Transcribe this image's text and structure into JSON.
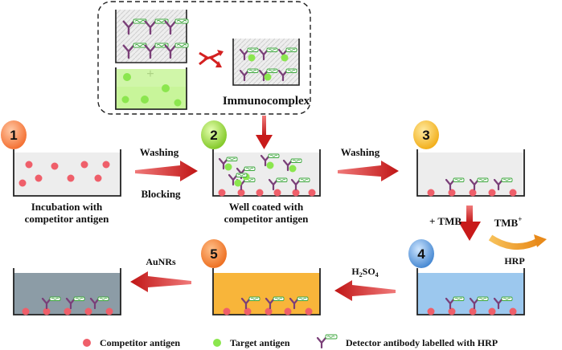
{
  "colors": {
    "red_dot": "#ef5f6a",
    "green_dot": "#8be64e",
    "antibody": "#7a3f78",
    "hrp": "#3aa63a",
    "arrow": "#c81a1a",
    "step1": "#f36a2a",
    "step2": "#8ccf2a",
    "step3": "#f4b71d",
    "step4": "#4a8fd6",
    "step5": "#f07a24",
    "blue_liquid": "#9cc8ee",
    "orange_liquid": "#f8b53a",
    "gray_liquid": "#8c9ca6"
  },
  "labels": {
    "immunocomplex": "Immunocomplex",
    "washing_1": "Washing",
    "blocking": "Blocking",
    "washing_2": "Washing",
    "incubation_line1": "Incubation with",
    "incubation_line2": "competitor antigen",
    "well_line1": "Well coated with",
    "well_line2": "competitor antigen",
    "tmb_add": "+ TMB",
    "tmb_plus": "TMB",
    "tmb_plus_sup": "+",
    "hrp": "HRP",
    "h2so4_base": "H",
    "h2so4_sub1": "2",
    "h2so4_mid": "SO",
    "h2so4_sub2": "4",
    "aunrs": "AuNRs",
    "plus_sign": "+",
    "hrp_tag": "HRP"
  },
  "steps": [
    "1",
    "2",
    "3",
    "4",
    "5"
  ],
  "legend": {
    "competitor": "Competitor antigen",
    "target": "Target antigen",
    "detector": "Detector antibody labelled with HRP"
  }
}
